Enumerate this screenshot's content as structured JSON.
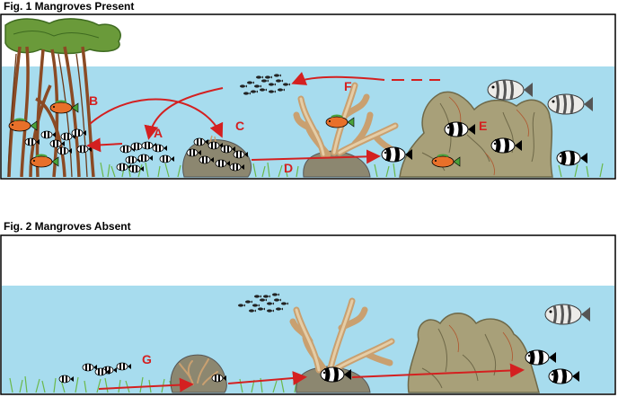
{
  "figures": [
    {
      "title": "Fig. 1 Mangroves Present"
    },
    {
      "title": "Fig. 2 Mangroves Absent"
    }
  ],
  "labels": {
    "A": "A",
    "B": "B",
    "C": "C",
    "D": "D",
    "E": "E",
    "F": "F",
    "G": "G"
  },
  "colors": {
    "water": "#a7dcee",
    "arrow": "#d42020",
    "trunk": "#8b4a24",
    "canopy": "#6a9a3a",
    "coral": "#d9b98a",
    "rock": "#8c8770",
    "reef": "#a8a079",
    "seagrass": "#6ab84a",
    "fish_orange": "#e8702a",
    "fish_green": "#4aa23a"
  },
  "icons": [
    "mangrove-tree-icon",
    "seagrass-icon",
    "rock-icon",
    "branching-coral-icon",
    "reef-rock-icon",
    "juvenile-fish-icon",
    "adult-fish-icon",
    "parrotfish-icon",
    "fish-school-icon"
  ]
}
